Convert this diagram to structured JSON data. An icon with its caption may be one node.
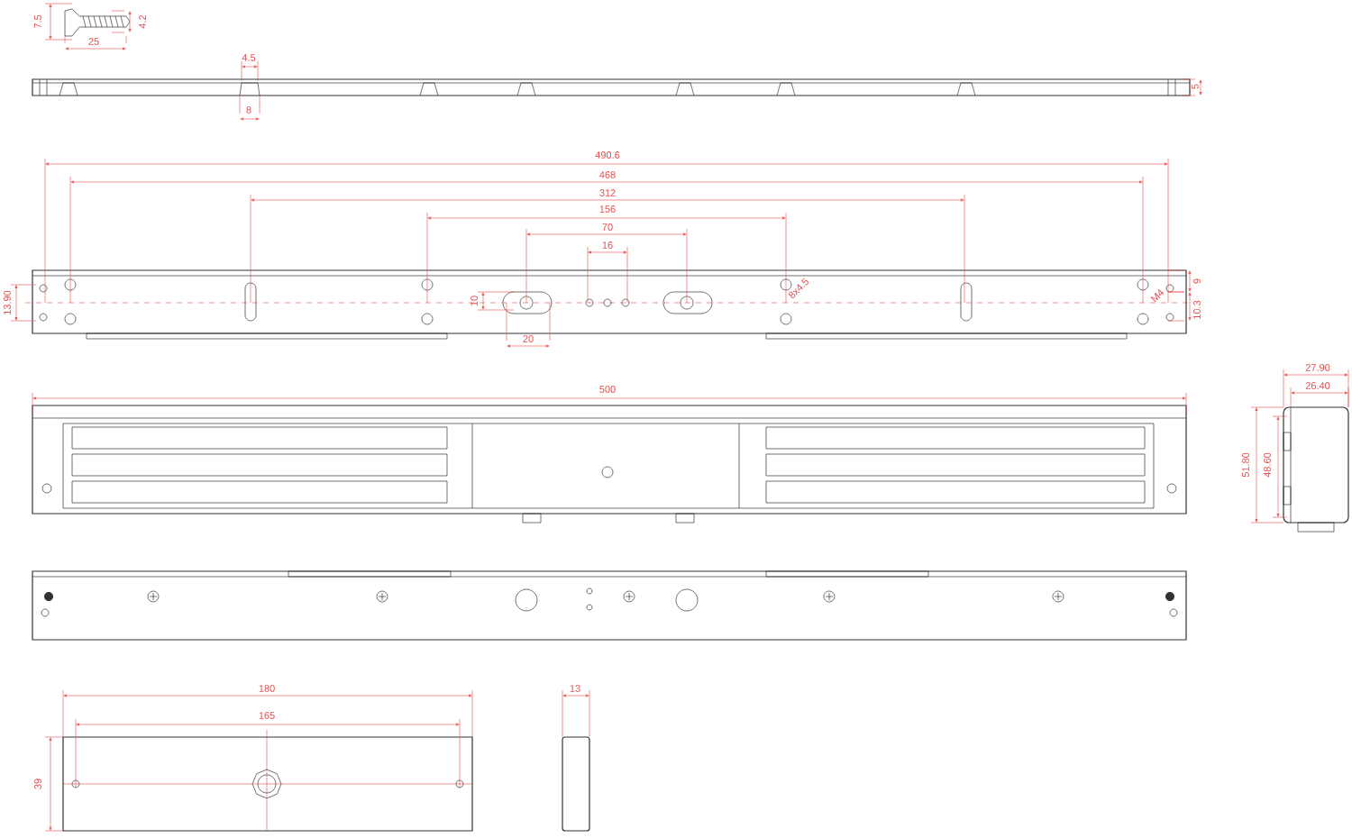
{
  "diagram": {
    "labels": [
      "7.5",
      "4.2",
      "25",
      "4.5",
      "8",
      "5",
      "490.6",
      "468",
      "312",
      "156",
      "70",
      "16",
      "13.90",
      "10",
      "8x4.5",
      "M4",
      "9",
      "10.3",
      "20",
      "500",
      "27.90",
      "26.40",
      "51.80",
      "48.60",
      "180",
      "165",
      "39",
      "13"
    ]
  }
}
